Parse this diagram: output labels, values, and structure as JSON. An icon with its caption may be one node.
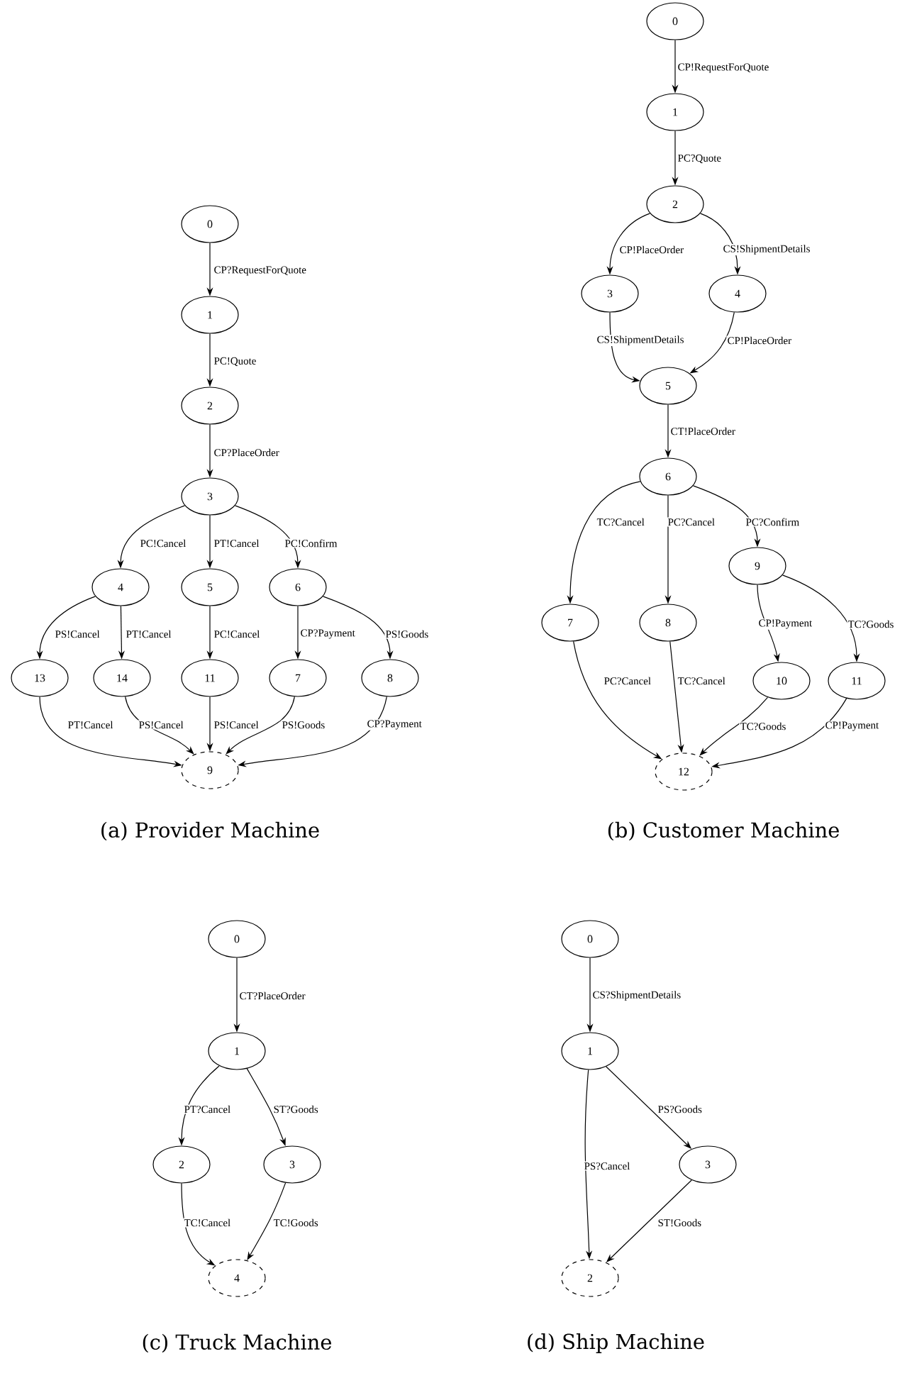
{
  "diagram": {
    "nodes": [
      {
        "text": [
          "0"
        ]
      },
      {
        "text": [
          "1"
        ]
      },
      {
        "text": [
          "2"
        ]
      },
      {
        "text": [
          "3"
        ]
      },
      {
        "text": [
          "4"
        ]
      },
      {
        "text": [
          "5"
        ]
      },
      {
        "text": [
          "6"
        ]
      },
      {
        "text": [
          "7"
        ]
      },
      {
        "text": [
          "8"
        ]
      },
      {
        "text": [
          "9"
        ]
      },
      {
        "text": [
          "11"
        ]
      },
      {
        "text": [
          "13"
        ]
      },
      {
        "text": [
          "14"
        ]
      },
      {
        "text": [
          "0"
        ]
      },
      {
        "text": [
          "1"
        ]
      },
      {
        "text": [
          "2"
        ]
      },
      {
        "text": [
          "3"
        ]
      },
      {
        "text": [
          "4"
        ]
      },
      {
        "text": [
          "5"
        ]
      },
      {
        "text": [
          "6"
        ]
      },
      {
        "text": [
          "7"
        ]
      },
      {
        "text": [
          "8"
        ]
      },
      {
        "text": [
          "9"
        ]
      },
      {
        "text": [
          "10"
        ]
      },
      {
        "text": [
          "11"
        ]
      },
      {
        "text": [
          "12"
        ]
      },
      {
        "text": [
          "0"
        ]
      },
      {
        "text": [
          "1"
        ]
      },
      {
        "text": [
          "2"
        ]
      },
      {
        "text": [
          "3"
        ]
      },
      {
        "text": [
          "4"
        ]
      },
      {
        "text": [
          "0"
        ]
      },
      {
        "text": [
          "1"
        ]
      },
      {
        "text": [
          "2"
        ]
      },
      {
        "text": [
          "3"
        ]
      }
    ],
    "edges": [
      {
        "from": 0,
        "to": 1,
        "arrow": "to",
        "label": "CP?RequestForQuote"
      },
      {
        "from": 1,
        "to": 2,
        "arrow": "to",
        "label": "PC!Quote"
      },
      {
        "from": 2,
        "to": 3,
        "arrow": "to",
        "label": "CP?PlaceOrder"
      },
      {
        "from": 3,
        "to": 4,
        "arrow": "to",
        "label": "PC!Cancel"
      },
      {
        "from": 3,
        "to": 5,
        "arrow": "to",
        "label": "PT!Cancel"
      },
      {
        "from": 3,
        "to": 6,
        "arrow": "to",
        "label": "PC!Confirm"
      },
      {
        "from": 4,
        "to": 11,
        "arrow": "to",
        "label": "PS!Cancel"
      },
      {
        "from": 4,
        "to": 12,
        "arrow": "to",
        "label": "PT!Cancel"
      },
      {
        "from": 5,
        "to": 10,
        "arrow": "to",
        "label": "PC!Cancel"
      },
      {
        "from": 6,
        "to": 7,
        "arrow": "to",
        "label": "CP?Payment"
      },
      {
        "from": 6,
        "to": 8,
        "arrow": "to",
        "label": "PS!Goods"
      },
      {
        "from": 11,
        "to": 9,
        "arrow": "to",
        "label": "PT!Cancel"
      },
      {
        "from": 12,
        "to": 9,
        "arrow": "to",
        "label": "PS!Cancel"
      },
      {
        "from": 10,
        "to": 9,
        "arrow": "to",
        "label": "PS!Cancel"
      },
      {
        "from": 7,
        "to": 9,
        "arrow": "to",
        "label": "PS!Goods"
      },
      {
        "from": 8,
        "to": 9,
        "arrow": "to",
        "label": "CP?Payment"
      },
      {
        "from": 13,
        "to": 14,
        "arrow": "to",
        "label": "CP!RequestForQuote"
      },
      {
        "from": 14,
        "to": 15,
        "arrow": "to",
        "label": "PC?Quote"
      },
      {
        "from": 15,
        "to": 16,
        "arrow": "to",
        "label": "CP!PlaceOrder"
      },
      {
        "from": 15,
        "to": 17,
        "arrow": "to",
        "label": "CS!ShipmentDetails"
      },
      {
        "from": 16,
        "to": 18,
        "arrow": "to",
        "label": "CS!ShipmentDetails"
      },
      {
        "from": 17,
        "to": 18,
        "arrow": "to",
        "label": "CP!PlaceOrder"
      },
      {
        "from": 18,
        "to": 19,
        "arrow": "to",
        "label": "CT!PlaceOrder"
      },
      {
        "from": 19,
        "to": 20,
        "arrow": "to",
        "label": "TC?Cancel"
      },
      {
        "from": 19,
        "to": 21,
        "arrow": "to",
        "label": "PC?Cancel"
      },
      {
        "from": 19,
        "to": 22,
        "arrow": "to",
        "label": "PC?Confirm"
      },
      {
        "from": 22,
        "to": 23,
        "arrow": "to",
        "label": "CP!Payment"
      },
      {
        "from": 22,
        "to": 24,
        "arrow": "to",
        "label": "TC?Goods"
      },
      {
        "from": 20,
        "to": 25,
        "arrow": "to",
        "label": "PC?Cancel"
      },
      {
        "from": 21,
        "to": 25,
        "arrow": "to",
        "label": "TC?Cancel"
      },
      {
        "from": 23,
        "to": 25,
        "arrow": "to",
        "label": "TC?Goods"
      },
      {
        "from": 24,
        "to": 25,
        "arrow": "to",
        "label": "CP!Payment"
      },
      {
        "from": 26,
        "to": 27,
        "arrow": "to",
        "label": "CT?PlaceOrder"
      },
      {
        "from": 27,
        "to": 28,
        "arrow": "to",
        "label": "PT?Cancel"
      },
      {
        "from": 27,
        "to": 29,
        "arrow": "to",
        "label": "ST?Goods"
      },
      {
        "from": 28,
        "to": 30,
        "arrow": "to",
        "label": "TC!Cancel"
      },
      {
        "from": 29,
        "to": 30,
        "arrow": "to",
        "label": "TC!Goods"
      },
      {
        "from": 31,
        "to": 32,
        "arrow": "to",
        "label": "CS?ShipmentDetails"
      },
      {
        "from": 32,
        "to": 34,
        "arrow": "to",
        "label": "PS?Goods"
      },
      {
        "from": 32,
        "to": 33,
        "arrow": "to",
        "label": "PS?Cancel"
      },
      {
        "from": 34,
        "to": 33,
        "arrow": "to",
        "label": "ST!Goods"
      }
    ],
    "labels": [
      "(a) Provider Machine",
      "(b) Customer Machine",
      "(c) Truck Machine",
      "(d) Ship Machine"
    ]
  }
}
